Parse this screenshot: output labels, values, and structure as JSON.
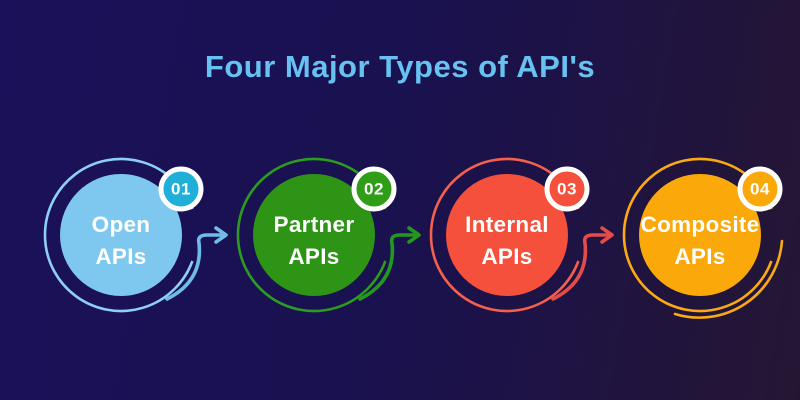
{
  "title": "Four Major Types of API's",
  "title_color": "#67c2f2",
  "background": {
    "left": "#1b115a",
    "right": "#241633"
  },
  "text_color": "#ffffff",
  "items": [
    {
      "number": "01",
      "line1": "Open",
      "line2": "APIs",
      "circle_color": "#7ec8ef",
      "ring_color": "#8ed0f4",
      "badge_color": "#1fafd9",
      "arrow_color": "#6fbce9"
    },
    {
      "number": "02",
      "line1": "Partner",
      "line2": "APIs",
      "circle_color": "#2d9415",
      "ring_color": "#2b9c1e",
      "badge_color": "#2f9e17",
      "arrow_color": "#23981f"
    },
    {
      "number": "03",
      "line1": "Internal",
      "line2": "APIs",
      "circle_color": "#f4503b",
      "ring_color": "#f4604b",
      "badge_color": "#f4503b",
      "arrow_color": "#e24c49"
    },
    {
      "number": "04",
      "line1": "Composite",
      "line2": "APIs",
      "circle_color": "#fba80a",
      "ring_color": "#fcaa12",
      "badge_color": "#fba80a"
    }
  ]
}
